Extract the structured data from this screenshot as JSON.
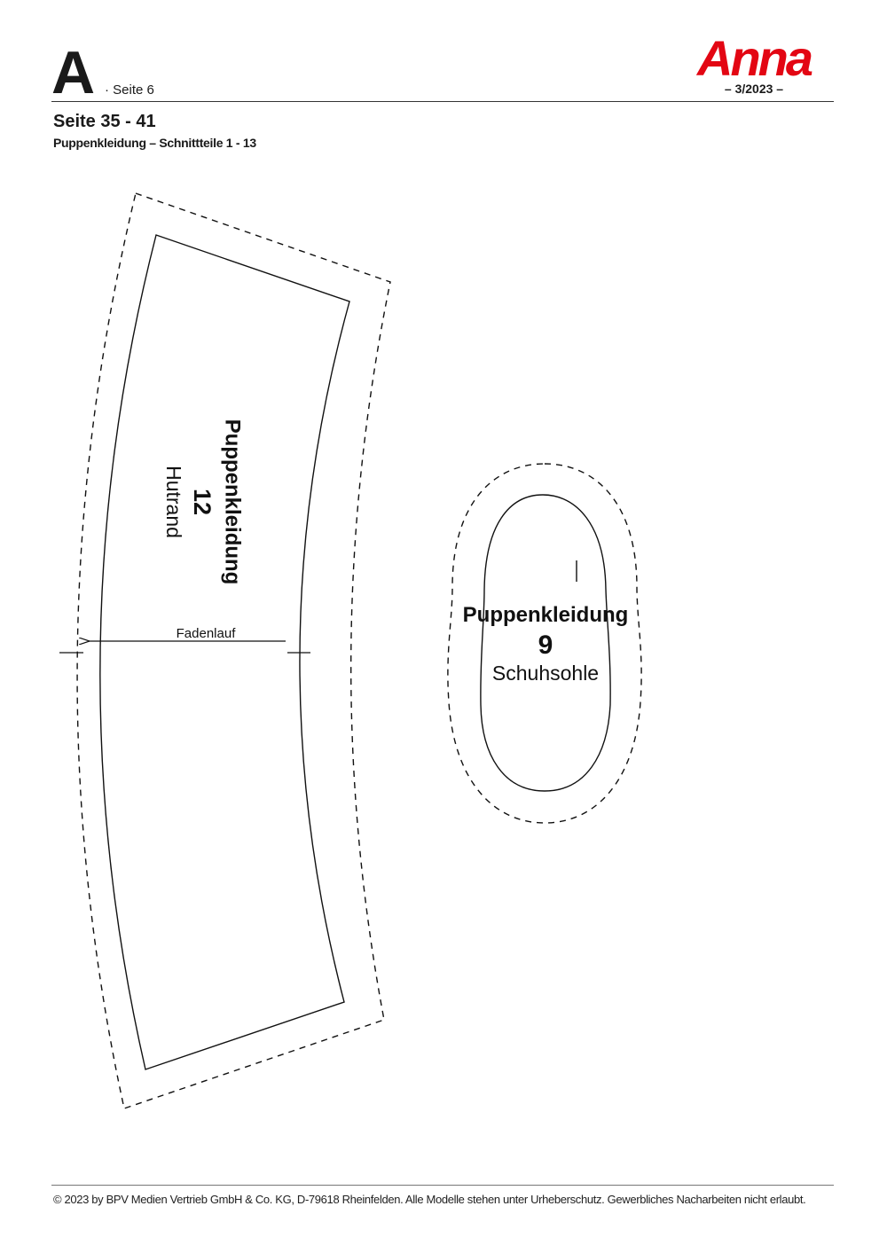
{
  "header": {
    "sheet_letter": "A",
    "sheet_page": "· Seite 6",
    "brand_name": "Anna",
    "brand_issue": "– 3/2023 –",
    "brand_color": "#e30613"
  },
  "section": {
    "title": "Seite 35 - 41",
    "subtitle": "Puppenkleidung – Schnittteile 1 - 13"
  },
  "pieces": {
    "hat_brim": {
      "category": "Puppenkleidung",
      "number": "12",
      "name": "Hutrand",
      "grainline": "Fadenlauf"
    },
    "shoe_sole": {
      "category": "Puppenkleidung",
      "number": "9",
      "name": "Schuhsohle"
    }
  },
  "footer": {
    "copyright": "© 2023 by BPV Medien Vertrieb GmbH & Co. KG, D-79618 Rheinfelden. Alle Modelle stehen unter Urheberschutz. Gewerbliches Nacharbeiten nicht erlaubt."
  }
}
